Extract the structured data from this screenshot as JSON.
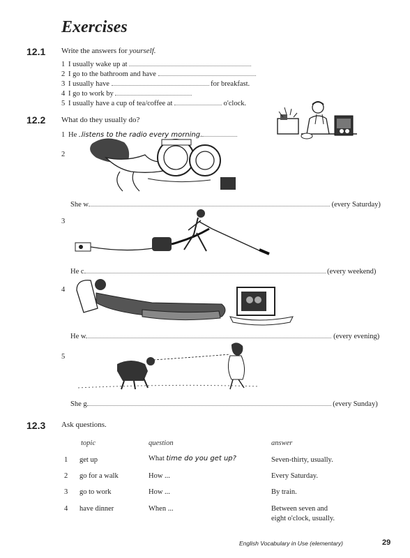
{
  "title": "Exercises",
  "ex1": {
    "number": "12.1",
    "instruction_prefix": "Write the answers for ",
    "instruction_em": "yourself.",
    "items": [
      {
        "n": "1",
        "before": "I usually wake up at",
        "after": ""
      },
      {
        "n": "2",
        "before": "I go to the bathroom and have",
        "after": ""
      },
      {
        "n": "3",
        "before": "I usually have",
        "after": "for breakfast."
      },
      {
        "n": "4",
        "before": "I go to work by",
        "after": ""
      },
      {
        "n": "5",
        "before": "I usually have a cup of tea/coffee at",
        "after": "o'clock."
      }
    ]
  },
  "ex2": {
    "number": "12.2",
    "instruction": "What do they usually do?",
    "items": [
      {
        "n": "1",
        "start": "He",
        "answer": "listens to the radio every morning.",
        "end": ""
      },
      {
        "n": "2",
        "start": "She w",
        "answer": "",
        "end": "(every Saturday)"
      },
      {
        "n": "3",
        "start": "He c",
        "answer": "",
        "end": "(every weekend)"
      },
      {
        "n": "4",
        "start": "He w",
        "answer": "",
        "end": "(every evening)"
      },
      {
        "n": "5",
        "start": "She g",
        "answer": "",
        "end": "(every Sunday)"
      }
    ]
  },
  "ex3": {
    "number": "12.3",
    "instruction": "Ask questions.",
    "headers": {
      "topic": "topic",
      "question": "question",
      "answer": "answer"
    },
    "rows": [
      {
        "n": "1",
        "topic": "get up",
        "question_prefix": "What",
        "question_hand": "time do you get up?",
        "answer": "Seven-thirty, usually."
      },
      {
        "n": "2",
        "topic": "go for a walk",
        "question_prefix": "How ...",
        "question_hand": "",
        "answer": "Every Saturday."
      },
      {
        "n": "3",
        "topic": "go to work",
        "question_prefix": "How ...",
        "question_hand": "",
        "answer": "By train."
      },
      {
        "n": "4",
        "topic": "have dinner",
        "question_prefix": "When ...",
        "question_hand": "",
        "answer": "Between seven and",
        "answer_line2": "eight o'clock, usually."
      }
    ]
  },
  "footer": {
    "book": "English Vocabulary in Use (elementary)",
    "page": "29"
  }
}
